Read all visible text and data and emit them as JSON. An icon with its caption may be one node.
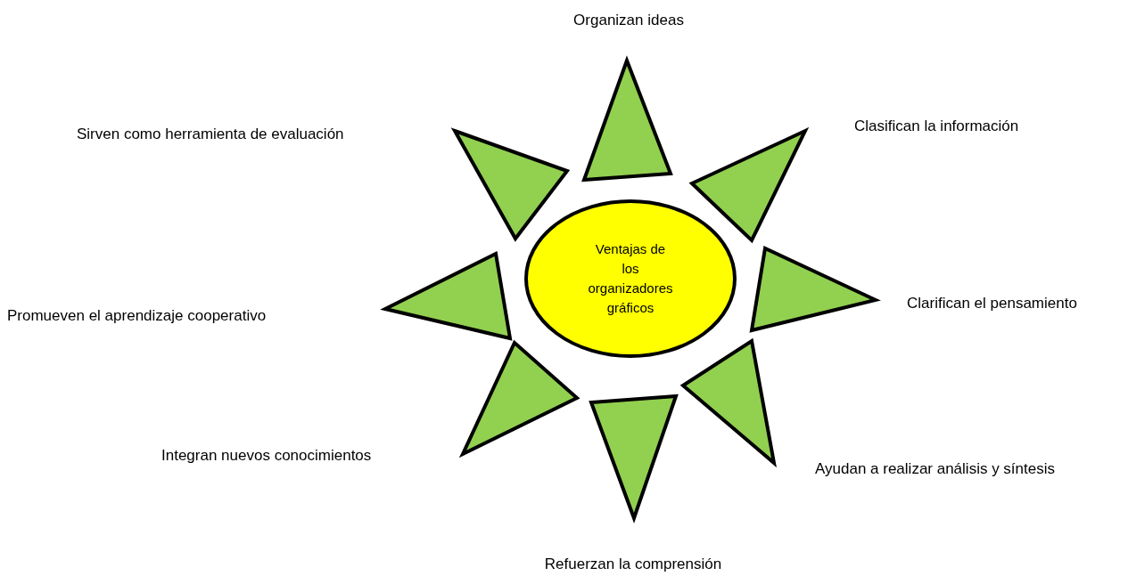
{
  "diagram": {
    "nodes": [
      {
        "text": [
          "Ventajas de los organizadores gráficos"
        ]
      },
      {
        "text": [],
        "shape": "triangle"
      },
      {
        "text": [],
        "shape": "triangle"
      },
      {
        "text": [],
        "shape": "triangle"
      },
      {
        "text": [],
        "shape": "triangle"
      },
      {
        "text": [],
        "shape": "triangle"
      },
      {
        "text": [],
        "shape": "triangle"
      },
      {
        "text": [],
        "shape": "triangle"
      },
      {
        "text": [],
        "shape": "triangle"
      }
    ],
    "labels": [
      "Organizan ideas",
      "Sirven como herramienta de evaluación",
      "Clasifican la información",
      "Clarifican el pensamiento",
      "Promueven el aprendizaje cooperativo",
      "Integran nuevos conocimientos",
      "Ayudan a realizar análisis y síntesis",
      "Refuerzan la comprensión"
    ]
  }
}
